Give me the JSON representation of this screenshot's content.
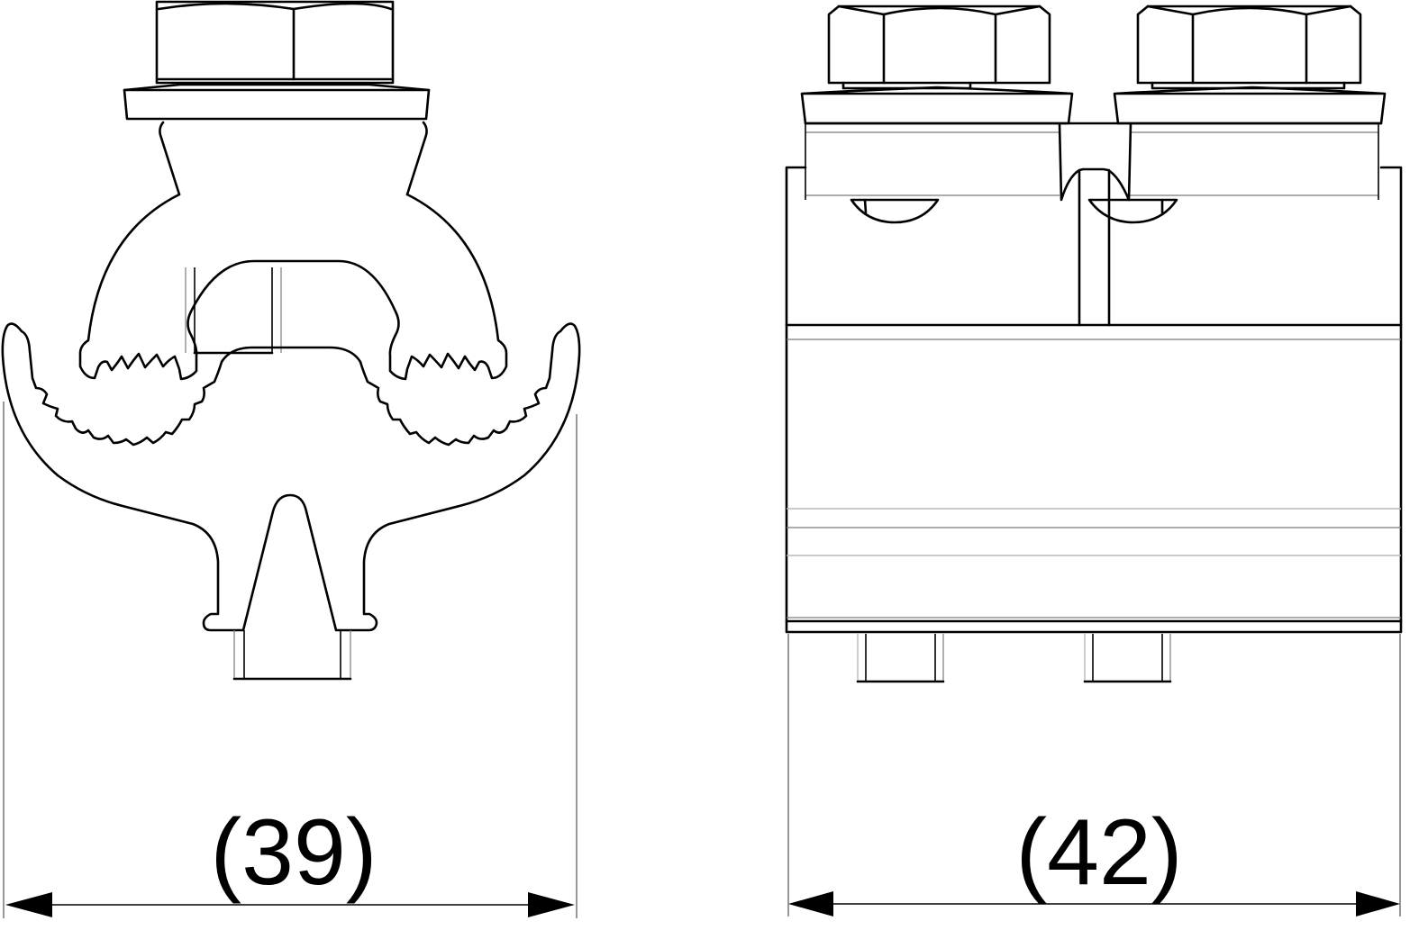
{
  "figure": {
    "type": "technical-drawing",
    "subject": "two-bolt cable clamp connector",
    "views": [
      {
        "name": "side-view",
        "parts": [
          "hex-nut",
          "washer",
          "bolt-housing",
          "arched-jaw",
          "serrated-teeth",
          "lower-saddle",
          "bolt-shank"
        ],
        "dimension": {
          "label": "(39)",
          "value": 39,
          "unit": "mm"
        }
      },
      {
        "name": "front-view",
        "parts": [
          "hex-nut-left",
          "hex-nut-right",
          "washer-left",
          "washer-right",
          "upper-block",
          "center-slot",
          "body",
          "bolt-end-left",
          "bolt-end-right"
        ],
        "dimension": {
          "label": "(42)",
          "value": 42,
          "unit": "mm"
        }
      }
    ]
  },
  "colors": {
    "line": "#000000",
    "hidden_line": "#7a7a7a",
    "background": "#ffffff"
  }
}
